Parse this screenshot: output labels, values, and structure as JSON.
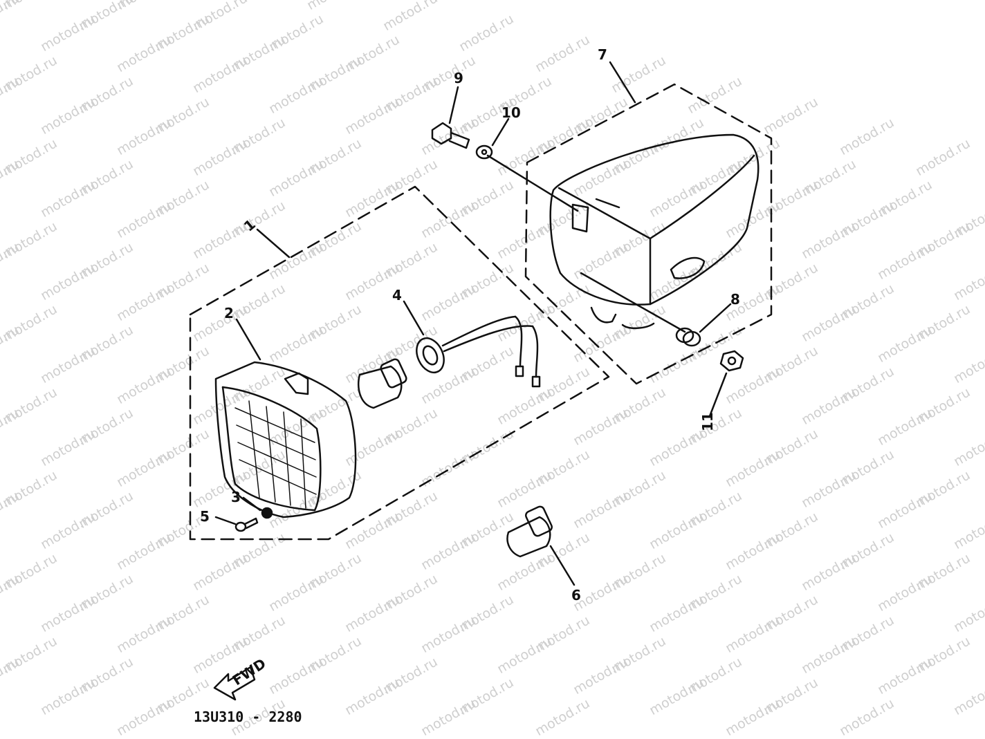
{
  "watermark": "motod.ru",
  "drawing_code": "13U310 - 2280",
  "fwd_label": "FWD",
  "callouts": {
    "c1": "1",
    "c2": "2",
    "c3": "3",
    "c4": "4",
    "c5": "5",
    "c6": "6",
    "c7": "7",
    "c8": "8",
    "c9": "9",
    "c10": "10",
    "c11": "11"
  },
  "parts": [
    {
      "id": "headlight-assembly",
      "callout": "1"
    },
    {
      "id": "headlight-unit",
      "callout": "2"
    },
    {
      "id": "nut",
      "callout": "3"
    },
    {
      "id": "socket-cord",
      "callout": "4"
    },
    {
      "id": "screw",
      "callout": "5"
    },
    {
      "id": "bulb",
      "callout": "6"
    },
    {
      "id": "headlight-body",
      "callout": "7"
    },
    {
      "id": "grommet",
      "callout": "8"
    },
    {
      "id": "bolt",
      "callout": "9"
    },
    {
      "id": "washer",
      "callout": "10"
    },
    {
      "id": "nut-flange",
      "callout": "11"
    }
  ]
}
